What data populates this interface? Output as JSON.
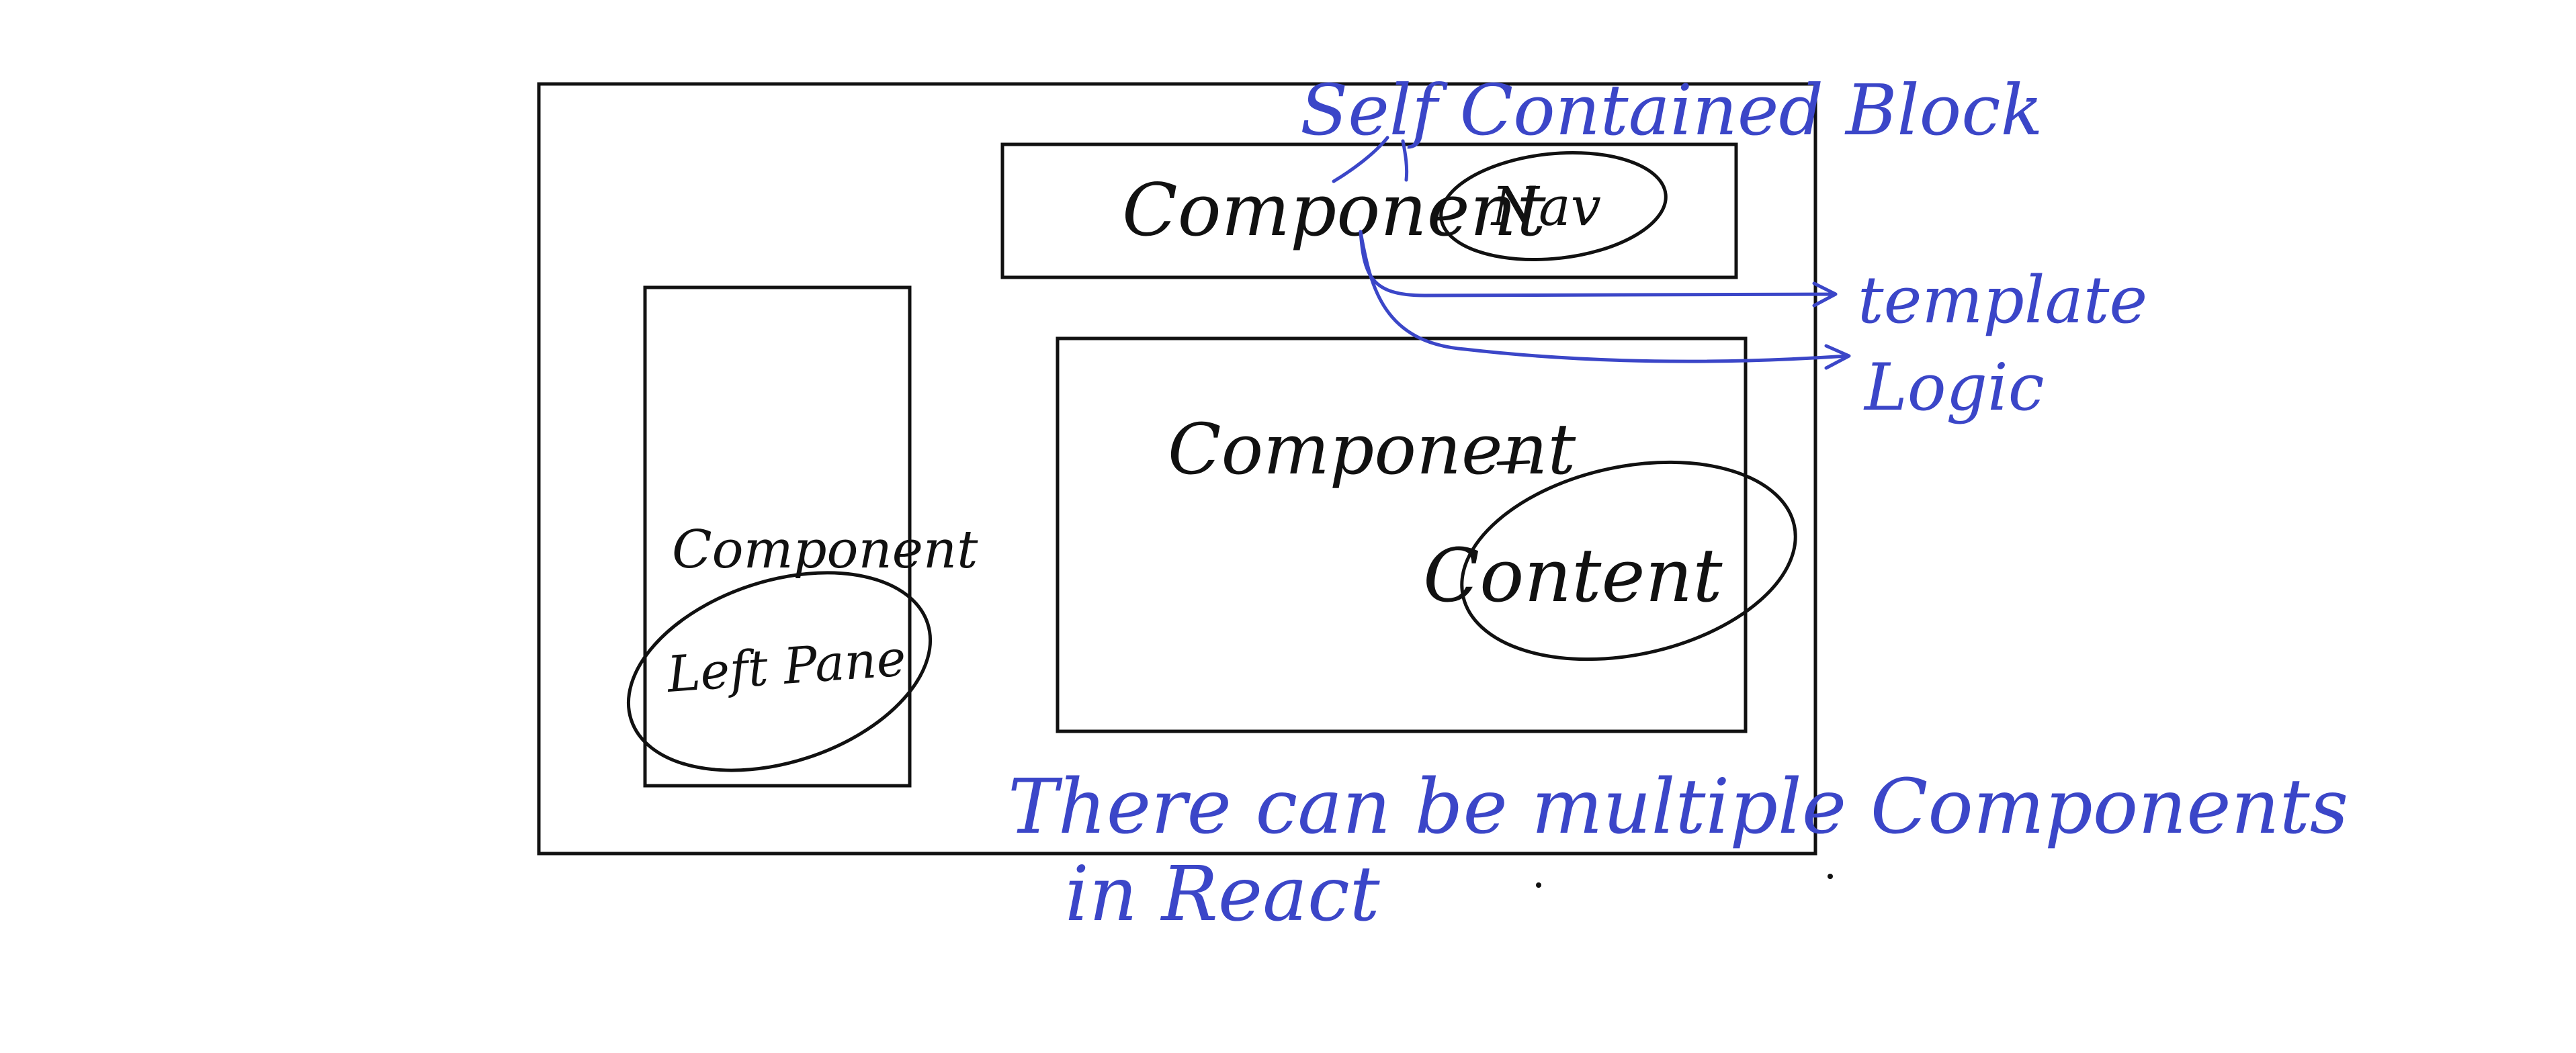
{
  "colors": {
    "ink_black": "#111111",
    "ink_blue": "#3b46c8",
    "background": "#ffffff"
  },
  "components": {
    "nav": {
      "word": "Component",
      "tag": "Nav"
    },
    "left_pane": {
      "word": "Component",
      "tag": "Left Pane"
    },
    "content": {
      "word": "Component",
      "tag": "Content"
    }
  },
  "annotations": {
    "self_contained": "Self Contained Block",
    "template": "template",
    "logic": "Logic",
    "note_line1": "There can be multiple Components",
    "note_line2": "in React"
  }
}
